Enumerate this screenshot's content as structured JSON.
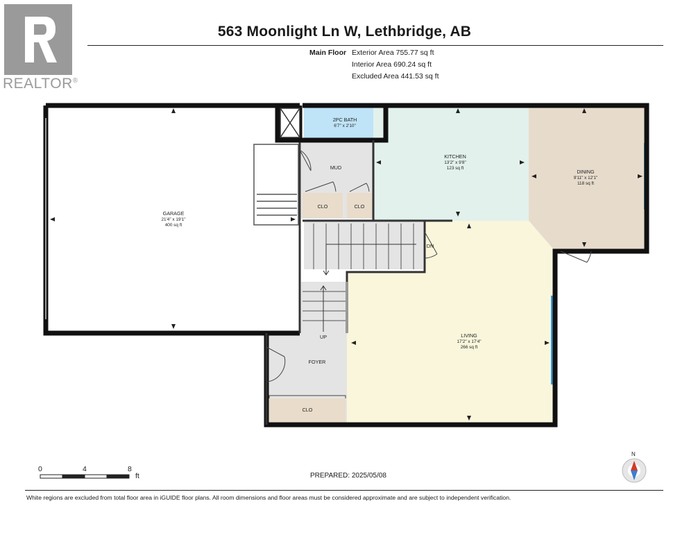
{
  "watermark": {
    "brand": "REALTOR",
    "mark": "®"
  },
  "header": {
    "title": "563 Moonlight Ln W, Lethbridge, AB"
  },
  "summary": {
    "floor_name": "Main Floor",
    "exterior": "Exterior Area 755.77 sq ft",
    "interior": "Interior Area 690.24 sq ft",
    "excluded": "Excluded Area 441.53 sq ft"
  },
  "rooms": {
    "garage": {
      "name": "GARAGE",
      "dims": "21'4\" x 19'1\"",
      "area": "400 sq ft"
    },
    "bath": {
      "name": "2PC BATH",
      "dims": "6'7\" x 2'10\""
    },
    "mud": {
      "name": "MUD"
    },
    "clo1": {
      "name": "CLO"
    },
    "clo2": {
      "name": "CLO"
    },
    "kitchen": {
      "name": "KITCHEN",
      "dims": "13'2\" x 9'8\"",
      "area": "123 sq ft"
    },
    "dining": {
      "name": "DINING",
      "dims": "9'11\" x 12'1\"",
      "area": "118 sq ft"
    },
    "living": {
      "name": "LIVING",
      "dims": "17'2\" x 17'4\"",
      "area": "266 sq ft"
    },
    "foyer": {
      "name": "FOYER"
    },
    "clo3": {
      "name": "CLO"
    }
  },
  "stairs": {
    "down": "DN",
    "up": "UP"
  },
  "scale": {
    "ticks": [
      "0",
      "4",
      "8"
    ],
    "unit": "ft"
  },
  "compass": {
    "north": "N"
  },
  "footer": {
    "prepared": "PREPARED: 2025/05/08",
    "disclaimer": "White regions are excluded from total floor area in iGUIDE floor plans. All room dimensions and floor areas must be considered approximate and are subject to independent verification."
  },
  "colors": {
    "bath": "#bfe3f7",
    "kitchen": "#e2f1ec",
    "dining": "#e7dccc",
    "living": "#f9f6dc",
    "hall": "#e4e4e4",
    "closet": "#e9dcca",
    "window": "#3a9bd5",
    "wall": "#111111"
  }
}
